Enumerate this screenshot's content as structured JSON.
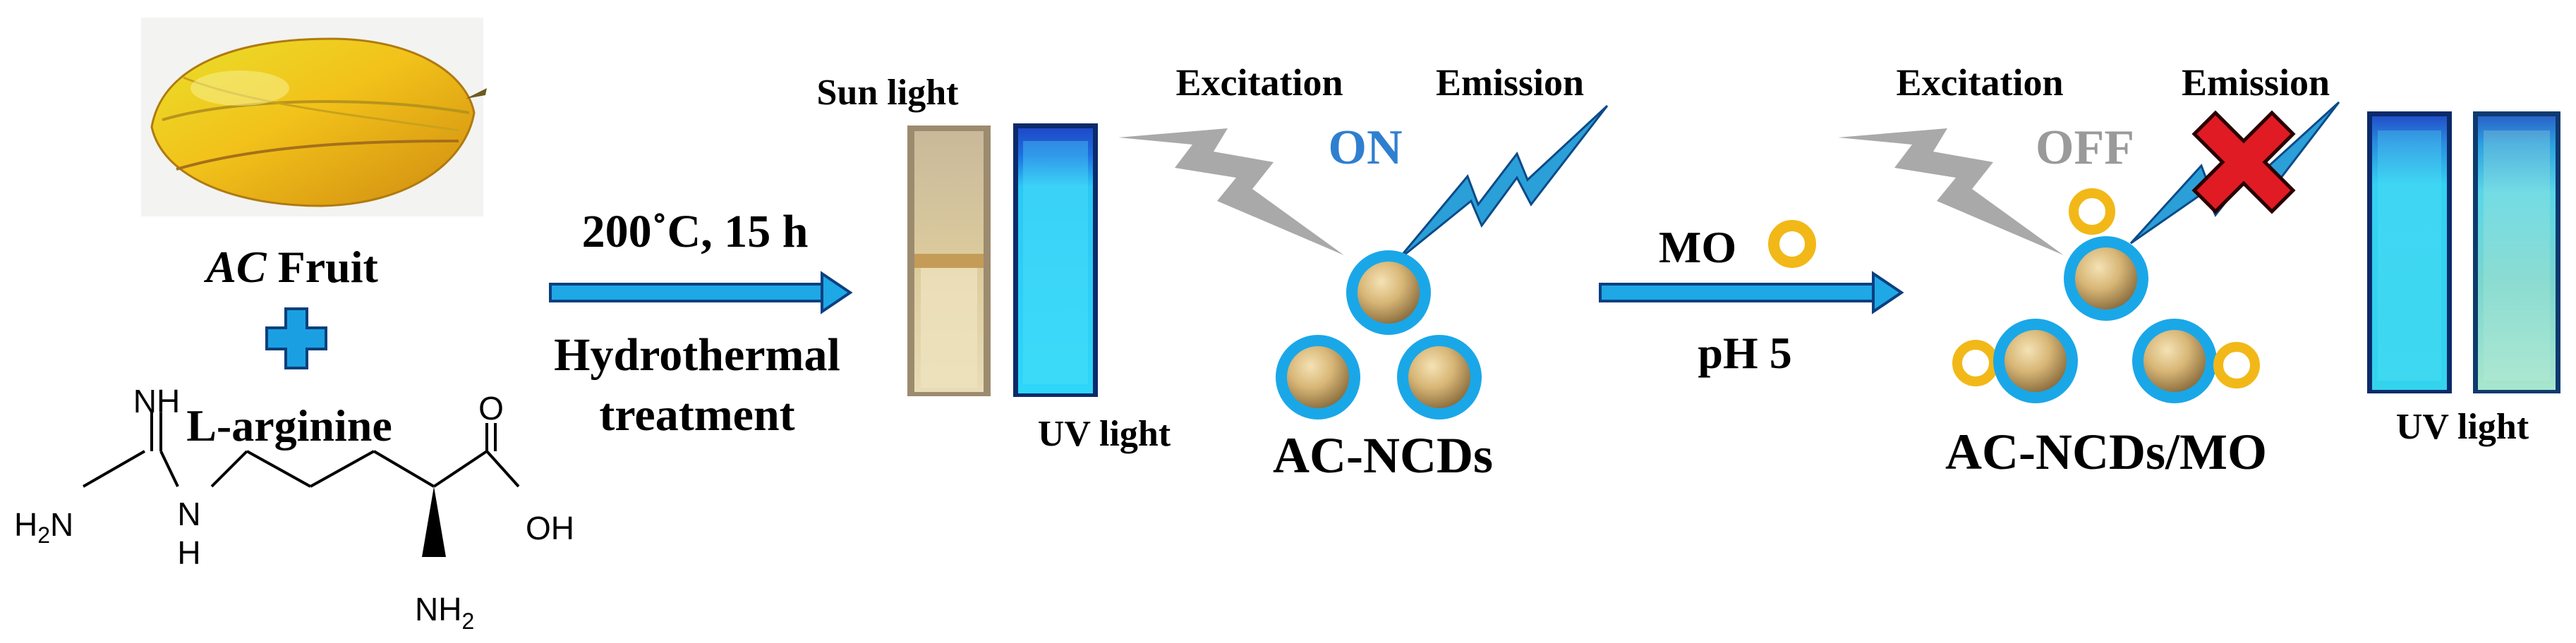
{
  "fruit": {
    "name_italic": "AC",
    "name_rest": " Fruit"
  },
  "reagent": {
    "name": "L-arginine",
    "atoms": {
      "nh_imine": "NH",
      "oxygen": "O",
      "h2n": "H",
      "h2n_sub": "2",
      "h2n_n": "N",
      "nh_n": "N",
      "nh_h": "H",
      "oh": "OH",
      "nh2": "NH",
      "nh2_sub": "2"
    }
  },
  "step1": {
    "conditions": "200˚C, 15 h",
    "method_line1": "Hydrothermal",
    "method_line2": "treatment"
  },
  "vial_labels": {
    "sun": "Sun light",
    "uv1": "UV light",
    "uv2": "UV light"
  },
  "state_on": {
    "excitation": "Excitation",
    "emission": "Emission",
    "status": "ON",
    "product": "AC-NCDs"
  },
  "step2": {
    "reagent": "MO",
    "condition": "pH 5"
  },
  "state_off": {
    "excitation": "Excitation",
    "emission": "Emission",
    "status": "OFF",
    "product": "AC-NCDs/MO"
  },
  "colors": {
    "arrow": "#1ea8e6",
    "bolt_grey": "#a9a9a9",
    "bolt_blue": "#2b9fd8",
    "on_text": "#2f7fd0",
    "off_text": "#9a9a9a",
    "dot_ring": "#1aa7e8",
    "mo_ring": "#f2b818",
    "cross": "#e01b24",
    "plus": "#1aa0e2"
  }
}
